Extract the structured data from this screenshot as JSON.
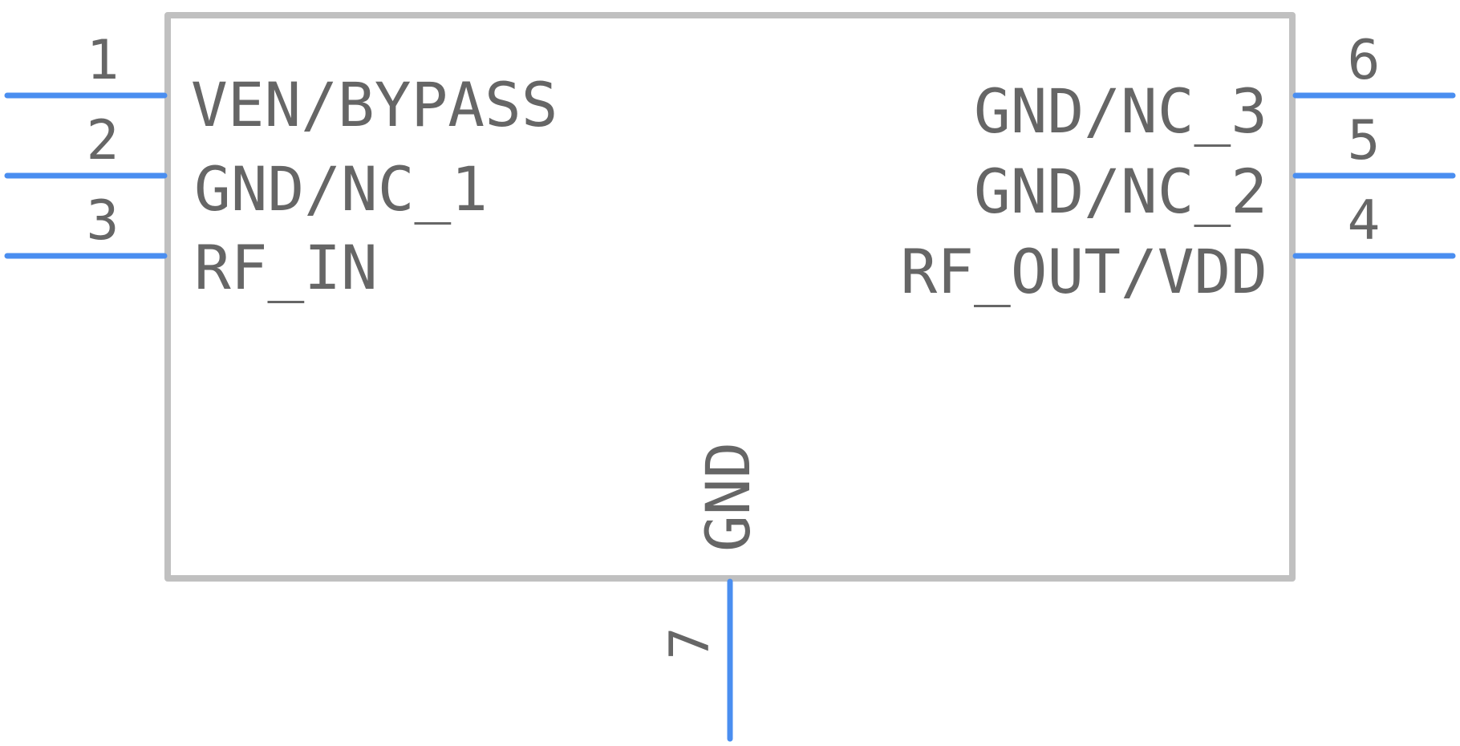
{
  "colors": {
    "body_outline": "#c0c0c0",
    "pin_line": "#4a8ef0",
    "text": "#666666",
    "background": "#ffffff"
  },
  "pins": {
    "p1": {
      "number": "1",
      "name": "VEN/BYPASS"
    },
    "p2": {
      "number": "2",
      "name": "GND/NC_1"
    },
    "p3": {
      "number": "3",
      "name": "RF_IN"
    },
    "p4": {
      "number": "4",
      "name": "RF_OUT/VDD"
    },
    "p5": {
      "number": "5",
      "name": "GND/NC_2"
    },
    "p6": {
      "number": "6",
      "name": "GND/NC_3"
    },
    "p7": {
      "number": "7",
      "name": "GND"
    }
  }
}
